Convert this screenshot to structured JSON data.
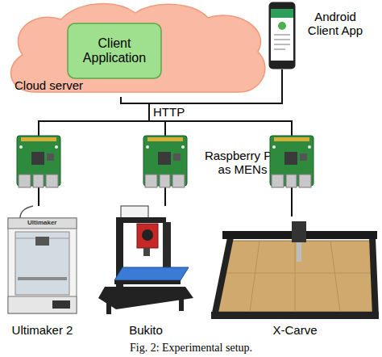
{
  "diagram": {
    "caption": "Fig. 2: Experimental setup.",
    "nodes": [
      {
        "text": [
          "Cloud server"
        ]
      },
      {
        "text": [
          "Client Application"
        ],
        "in": 0
      },
      {
        "text": [
          "Android Client App"
        ]
      },
      {
        "text": [
          "Ultimaker 2"
        ]
      },
      {
        "text": [
          "Bukito"
        ]
      },
      {
        "text": [
          "X-Carve"
        ]
      }
    ],
    "edges": [
      {
        "from": 0,
        "to": 2,
        "label": "HTTP",
        "arrow": "none"
      },
      {
        "from": 0,
        "to": 3,
        "arrow": "none"
      },
      {
        "from": 0,
        "to": 4,
        "arrow": "none"
      },
      {
        "from": 0,
        "to": 5,
        "arrow": "none"
      }
    ],
    "labels": [
      "Raspberry Pis as MENs",
      "Ultimaker"
    ]
  }
}
